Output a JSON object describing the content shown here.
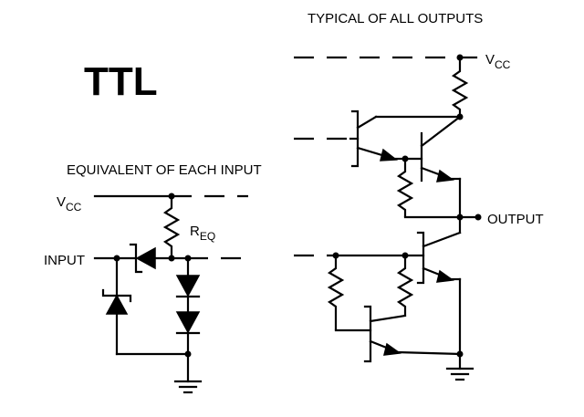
{
  "title": "TTL",
  "input_section": {
    "heading": "EQUIVALENT OF EACH INPUT",
    "vcc_label": "V",
    "vcc_sub": "CC",
    "resistor_label": "R",
    "resistor_sub": "EQ",
    "input_label": "INPUT"
  },
  "output_section": {
    "heading": "TYPICAL OF ALL OUTPUTS",
    "vcc_label": "V",
    "vcc_sub": "CC",
    "output_label": "OUTPUT"
  }
}
